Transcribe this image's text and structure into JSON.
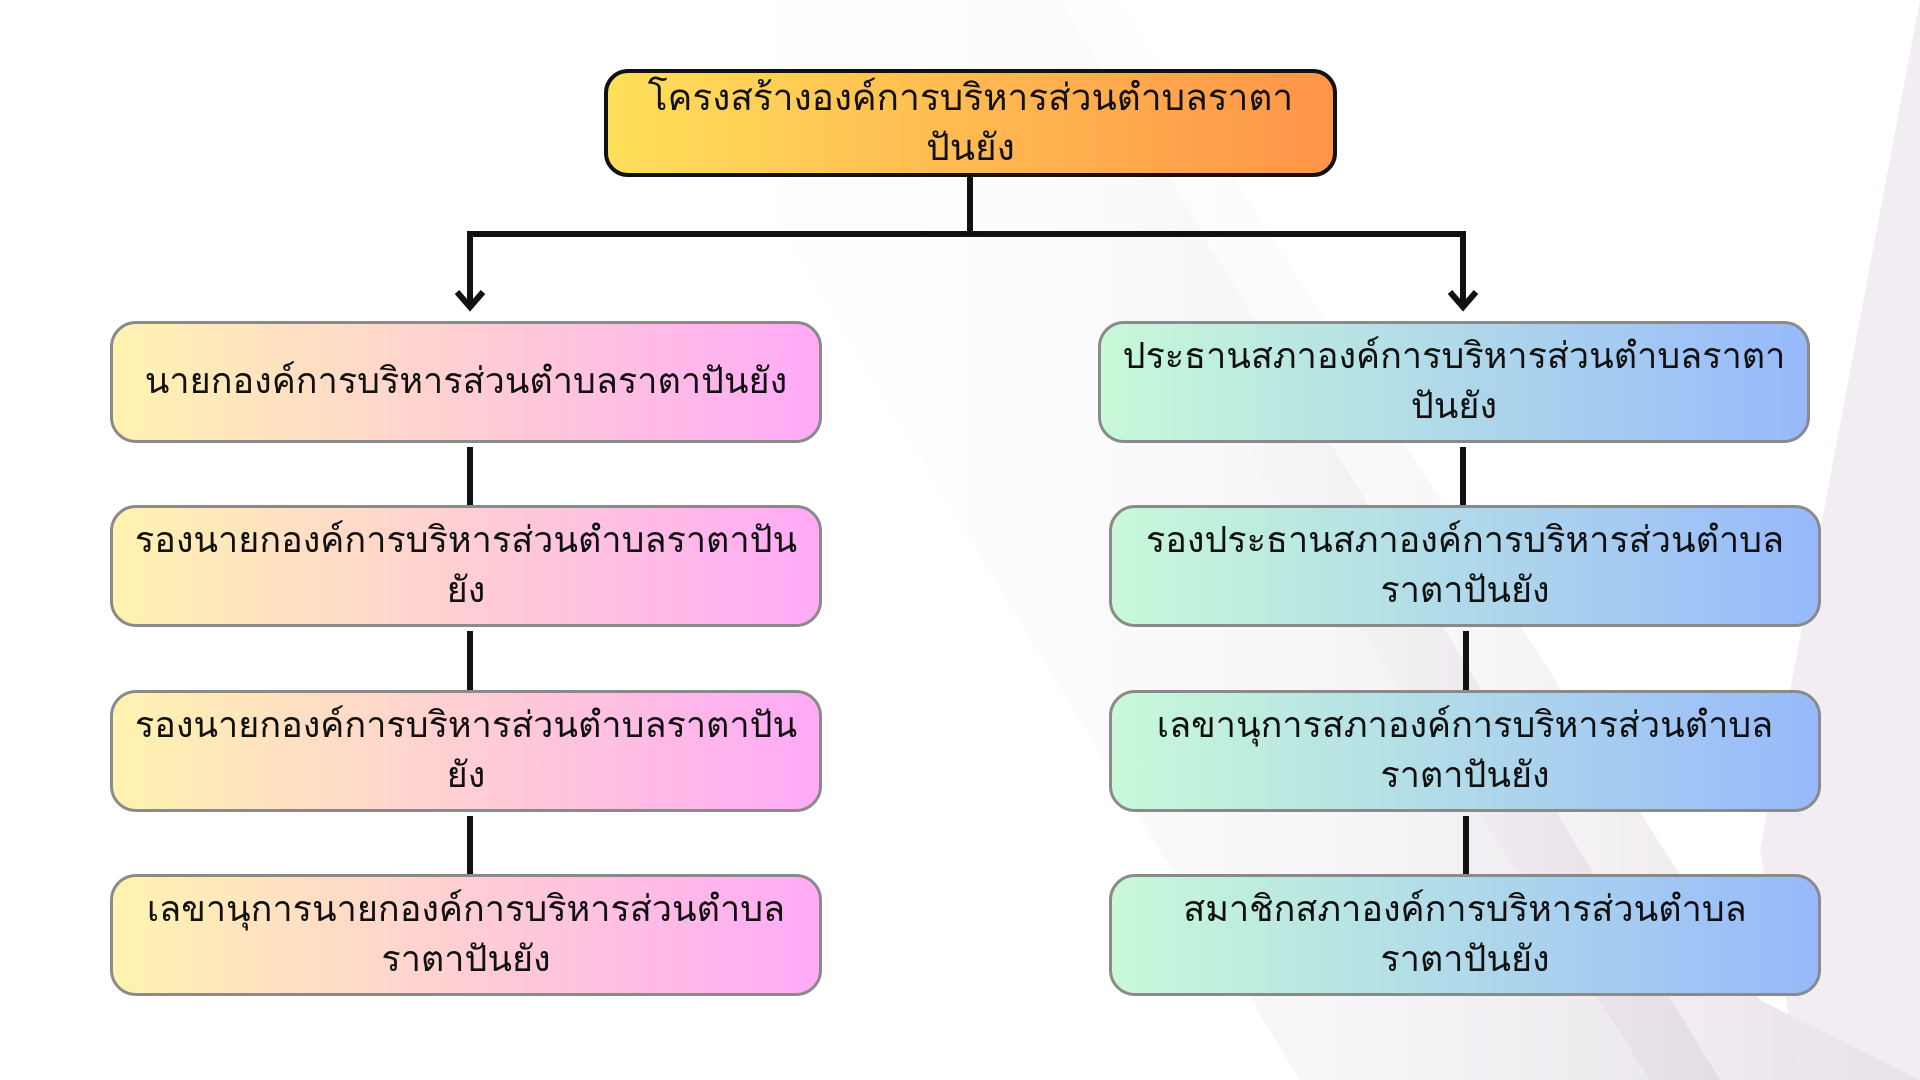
{
  "colors": {
    "top_gradient_start": "#ffdf5a",
    "top_gradient_end": "#ff9448",
    "left_gradient_start": "#fff3b0",
    "left_gradient_end": "#ffaaf7",
    "right_gradient_start": "#c8f9d8",
    "right_gradient_end": "#97b9fb",
    "connector": "#111111"
  },
  "root": {
    "label": "โครงสร้างองค์การบริหารส่วนตำบลราตาปันยัง"
  },
  "left_column": {
    "items": [
      {
        "lines": [
          "นายกองค์การบริหารส่วนตำบลราตาปันยัง"
        ]
      },
      {
        "lines": [
          "รองนายกองค์การบริหารส่วนตำบลราตาปันยัง"
        ]
      },
      {
        "lines": [
          "รองนายกองค์การบริหารส่วนตำบลราตาปันยัง"
        ]
      },
      {
        "lines": [
          "เลขานุการนายกองค์การบริหารส่วนตำบล",
          "ราตาปันยัง"
        ]
      }
    ]
  },
  "right_column": {
    "items": [
      {
        "lines": [
          "ประธานสภาองค์การบริหารส่วนตำบลราตาปันยัง"
        ]
      },
      {
        "lines": [
          "รองประธานสภาองค์การบริหารส่วนตำบล",
          "ราตาปันยัง"
        ]
      },
      {
        "lines": [
          "เลขานุการสภาองค์การบริหารส่วนตำบล",
          "ราตาปันยัง"
        ]
      },
      {
        "lines": [
          "สมาชิกสภาองค์การบริหารส่วนตำบล",
          "ราตาปันยัง"
        ]
      }
    ]
  }
}
